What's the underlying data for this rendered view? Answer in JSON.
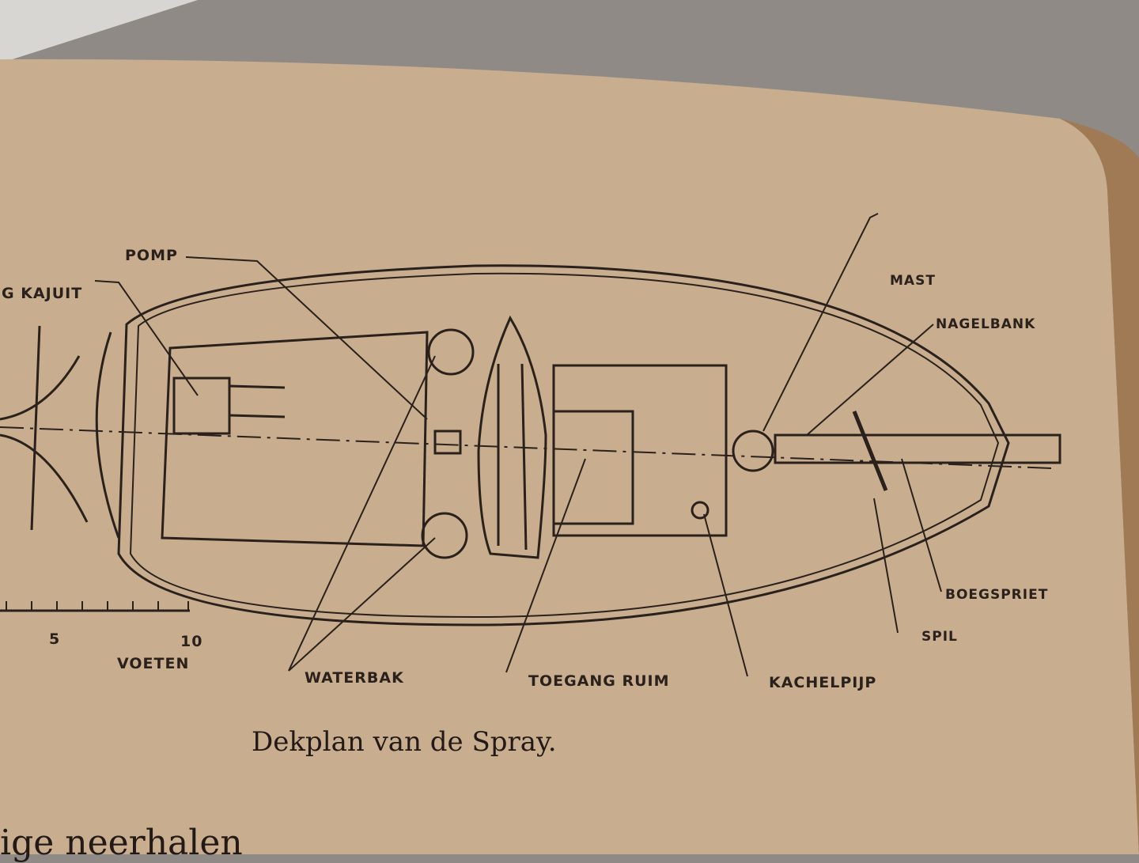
{
  "diagram": {
    "caption": "Dekplan van de Spray.",
    "labels": {
      "kajuit": "G KAJUIT",
      "pomp": "POMP",
      "mast": "MAST",
      "nagelbank": "NAGELBANK",
      "boegspriet": "BOEGSPRIET",
      "spil": "SPIL",
      "waterbak": "WATERBAK",
      "toegang_ruim": "TOEGANG RUIM",
      "kachelpijp": "KACHELPIJP"
    },
    "scale": {
      "tick_5": "5",
      "tick_10": "10",
      "unit": "VOETEN"
    }
  },
  "page_text": {
    "partial_line": "ige neerhalen"
  }
}
